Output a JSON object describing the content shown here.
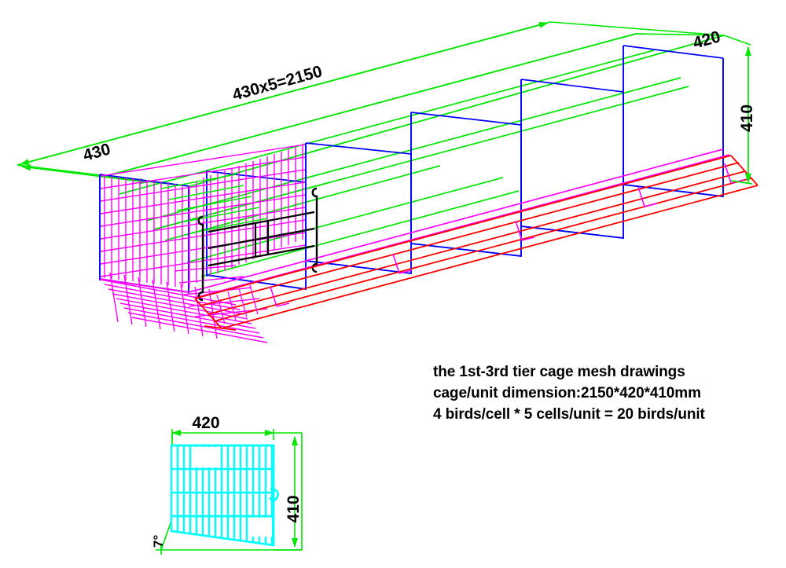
{
  "drawing": {
    "title_caption": {
      "line1": "the 1st-3rd tier cage mesh drawings",
      "line2": "cage/unit dimension:2150*420*410mm",
      "line3": "4 birds/cell * 5 cells/unit = 20 birds/unit"
    },
    "isometric_view": {
      "name": "cage unit isometric wireframe",
      "dimensions": {
        "length_total": "430x5=2150",
        "cell_width": "430",
        "depth": "420",
        "height": "410"
      },
      "cell_count": 5,
      "colors": {
        "frame_top": "#00e800",
        "divider": "#0000ff",
        "mesh": "#ff00ff",
        "trough": "#ff0000",
        "door": "#000000"
      }
    },
    "detail_view": {
      "name": "end panel mesh detail",
      "dimensions": {
        "width": "420",
        "height": "410",
        "slope_angle": "7°"
      },
      "colors": {
        "mesh": "#00ffff",
        "dimension": "#00e800"
      },
      "vertical_wire_count": 17,
      "horizontal_rail_count": 4
    }
  }
}
